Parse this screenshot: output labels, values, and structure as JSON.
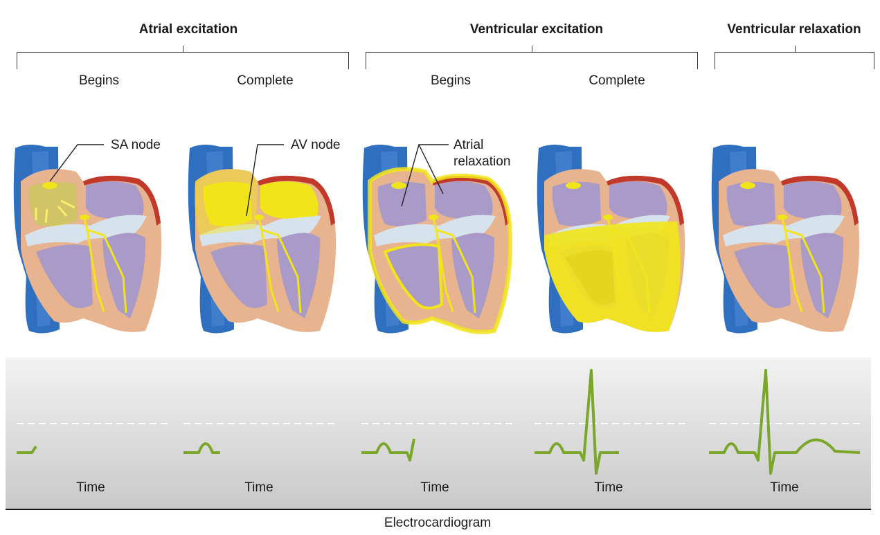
{
  "phases": [
    {
      "title": "Atrial excitation"
    },
    {
      "title": "Ventricular excitation"
    },
    {
      "title": "Ventricular relaxation"
    }
  ],
  "substages": [
    "Begins",
    "Complete",
    "Begins",
    "Complete"
  ],
  "annotations": {
    "sa_node": "SA node",
    "av_node": "AV node",
    "atrial_relaxation_line1": "Atrial",
    "atrial_relaxation_line2": "relaxation"
  },
  "ecg": {
    "time_labels": [
      "Time",
      "Time",
      "Time",
      "Time",
      "Time"
    ],
    "title": "Electrocardiogram"
  },
  "colors": {
    "vein": "#2f6fbf",
    "myocardium": "#e8b48f",
    "chamber": "#a99ac7",
    "valve": "#d7e3ec",
    "excitation": "#f1e51a",
    "epicardium": "#c0392b",
    "ecg_trace": "#7aa629"
  }
}
